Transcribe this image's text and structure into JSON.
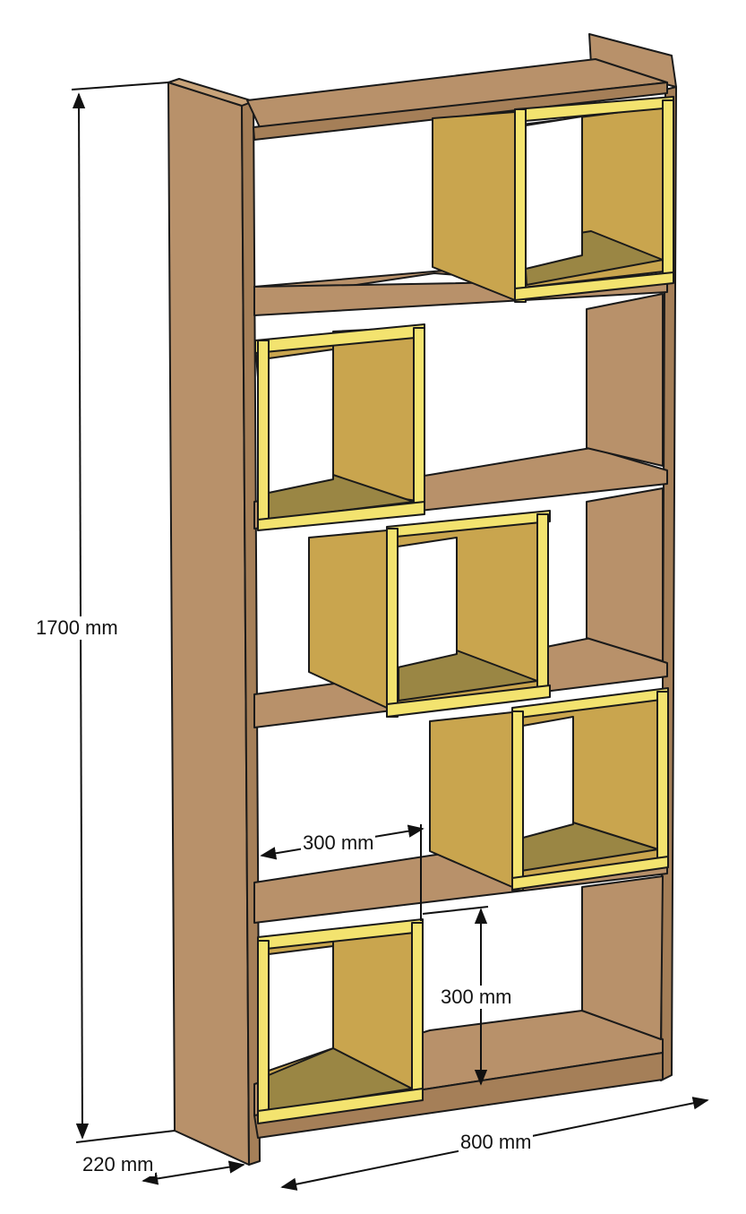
{
  "dimensions": {
    "height": "1700 mm",
    "depth": "220 mm",
    "width": "800 mm",
    "box_width": "300 mm",
    "box_height": "300 mm"
  },
  "colors": {
    "wood": "#b8916a",
    "wood_dark": "#a57f58",
    "wood_side": "#9c7650",
    "box_inner": "#c9a54e",
    "box_floor": "#9a8644",
    "box_edge": "#f3e36f",
    "outline": "#1a1a1a",
    "background": "#ffffff"
  }
}
